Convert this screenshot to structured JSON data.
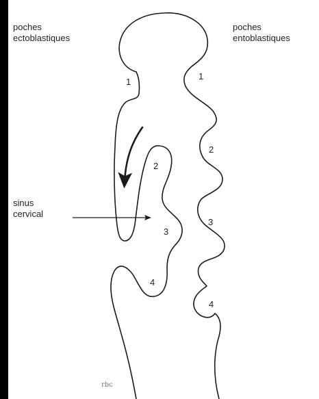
{
  "labels": {
    "ecto": [
      "poches",
      "ectoblastiques"
    ],
    "endo": [
      "poches",
      "entoblastiques"
    ],
    "sinus": [
      "sinus",
      "cervical"
    ]
  },
  "ecto_pouch_numbers": [
    "1",
    "2",
    "3",
    "4"
  ],
  "endo_pouch_numbers": [
    "1",
    "2",
    "3",
    "4"
  ],
  "credit": "rbc",
  "colors": {
    "background": "#000000",
    "panel": "#ffffff",
    "line": "#1a1a1a"
  }
}
